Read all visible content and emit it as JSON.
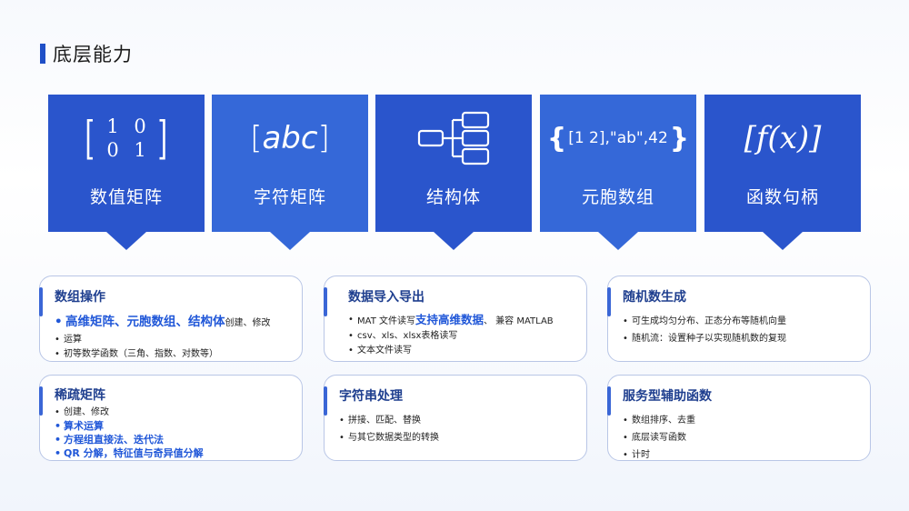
{
  "header": {
    "title": "底层能力"
  },
  "cards": [
    {
      "label": "数值矩阵",
      "icon": "identity-matrix-icon",
      "color": "#2a55cc",
      "matrix": [
        "1",
        "0",
        "0",
        "1"
      ]
    },
    {
      "label": "字符矩阵",
      "icon": "char-array-icon",
      "color": "#3568d8",
      "text_open": "[",
      "text_inner": "abc",
      "text_close": "]"
    },
    {
      "label": "结构体",
      "icon": "struct-tree-icon",
      "color": "#2a55cc"
    },
    {
      "label": "元胞数组",
      "icon": "cell-array-icon",
      "color": "#3568d8",
      "brace_open": "{",
      "inner": "[1 2],\"ab\",42",
      "brace_close": "}"
    },
    {
      "label": "函数句柄",
      "icon": "function-handle-icon",
      "color": "#2a55cc",
      "text": "[f(x)]"
    }
  ],
  "boxes": {
    "array_ops": {
      "title": "数组操作",
      "item1_main": "高维矩阵、元胞数组、结构体",
      "item1_small": "创建、修改",
      "item2": "运算",
      "item3": "初等数学函数（三角、指数、对数等）"
    },
    "data_io": {
      "title": "数据导入导出",
      "item1_pre": "MAT 文件读写",
      "item1_hl": "支持高维数据",
      "item1_post": "、 兼容 MATLAB",
      "item2": "csv、xls、xlsx表格读写",
      "item3": "文本文件读写"
    },
    "random": {
      "title": "随机数生成",
      "item1": "可生成均匀分布、正态分布等随机向量",
      "item2": "随机流：设置种子以实现随机数的复现"
    },
    "sparse": {
      "title": "稀疏矩阵",
      "item1": "创建、修改",
      "item2": "算术运算",
      "item3": "方程组直接法、迭代法",
      "item4": " QR 分解，特征值与奇异值分解"
    },
    "string": {
      "title": "字符串处理",
      "item1": "拼接、匹配、替换",
      "item2": "与其它数据类型的转换"
    },
    "helpers": {
      "title": "服务型辅助函数",
      "item1": "数组排序、去重",
      "item2": "底层读写函数",
      "item3": "计时"
    }
  }
}
